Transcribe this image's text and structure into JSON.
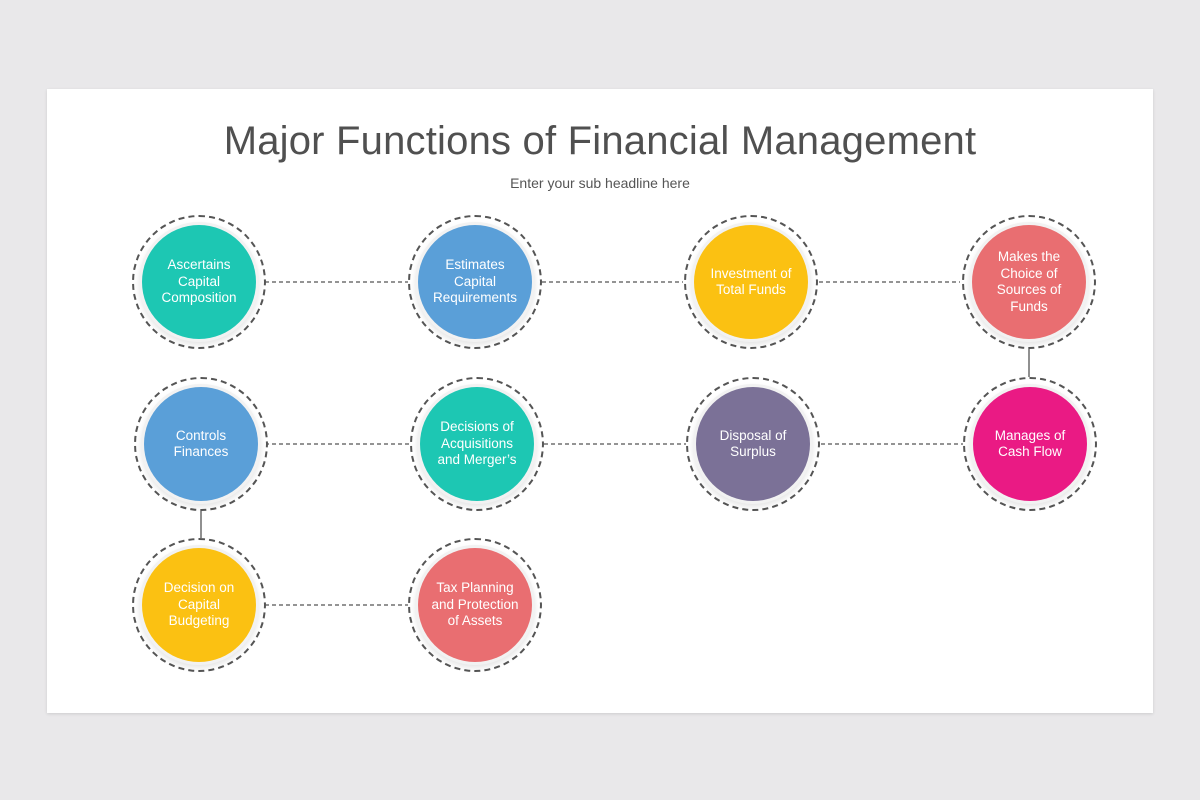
{
  "title": "Major Functions of Financial Management",
  "subtitle": "Enter your sub headline here",
  "colors": {
    "teal": "#1dc7b3",
    "blue": "#5a9fd8",
    "yellow": "#fbc112",
    "coral": "#e96e71",
    "purple": "#7b7197",
    "magenta": "#ea1a84",
    "connector": "#555555"
  },
  "nodes": [
    {
      "id": "ascertains-capital-composition",
      "label": "Ascertains\nCapital\nComposition",
      "color": "#1dc7b3"
    },
    {
      "id": "estimates-capital-requirements",
      "label": "Estimates\nCapital\nRequirements",
      "color": "#5a9fd8"
    },
    {
      "id": "investment-of-total-funds",
      "label": "Investment of\nTotal Funds",
      "color": "#fbc112"
    },
    {
      "id": "makes-choice-of-sources-of-funds",
      "label": "Makes the\nChoice of\nSources of\nFunds",
      "color": "#e96e71"
    },
    {
      "id": "controls-finances",
      "label": "Controls\nFinances",
      "color": "#5a9fd8"
    },
    {
      "id": "decisions-of-acquisitions",
      "label": "Decisions of\nAcquisitions\nand Merger’s",
      "color": "#1dc7b3"
    },
    {
      "id": "disposal-of-surplus",
      "label": "Disposal of\nSurplus",
      "color": "#7b7197"
    },
    {
      "id": "manages-cash-flow",
      "label": "Manages of\nCash Flow",
      "color": "#ea1a84"
    },
    {
      "id": "decision-on-capital-budgeting",
      "label": "Decision on\nCapital\nBudgeting",
      "color": "#fbc112"
    },
    {
      "id": "tax-planning",
      "label": "Tax Planning\nand Protection\nof Assets",
      "color": "#e96e71"
    }
  ]
}
